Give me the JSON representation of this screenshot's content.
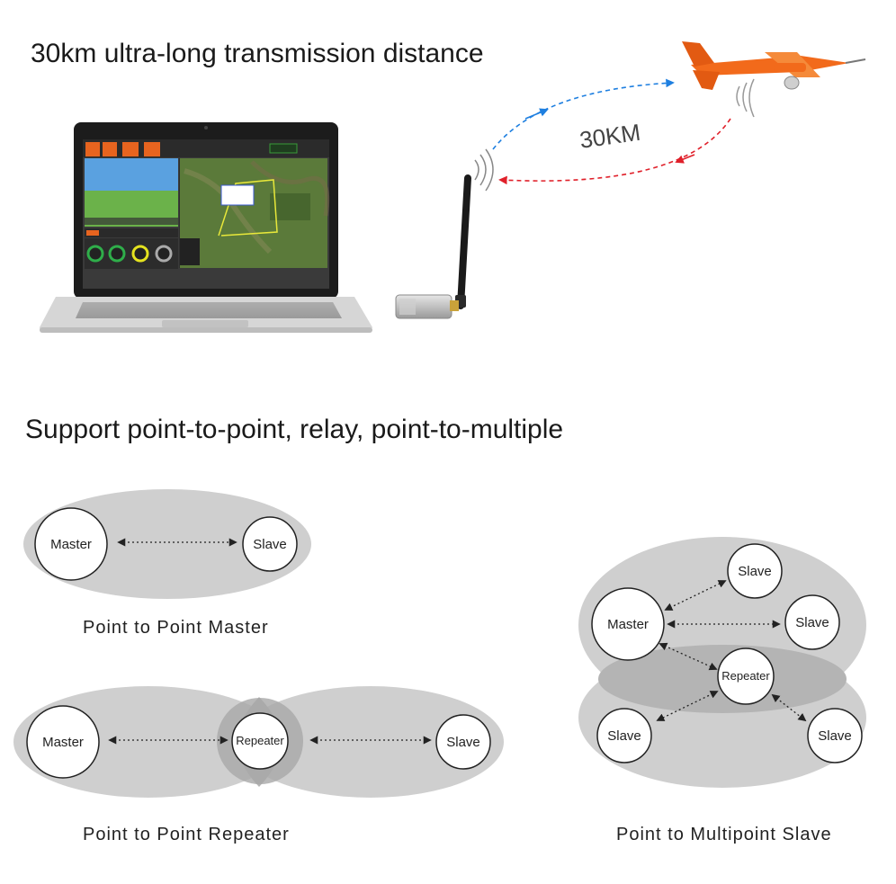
{
  "headings": {
    "top": "30km ultra-long transmission distance",
    "middle": "Support point-to-point, relay, point-to-multiple"
  },
  "distance_label": "30KM",
  "captions": {
    "p2p_master": "Point to Point Master",
    "p2p_repeater": "Point to Point Repeater",
    "p2mp_slave": "Point to Multipoint Slave"
  },
  "nodes": {
    "master": "Master",
    "slave": "Slave",
    "repeater": "Repeater"
  },
  "colors": {
    "ellipse": "#cfcfcf",
    "ellipse_overlap": "#b4b4b4",
    "uplink_arrow": "#1e7fe0",
    "downlink_arrow": "#e0202a",
    "drone": "#f26a1b"
  }
}
